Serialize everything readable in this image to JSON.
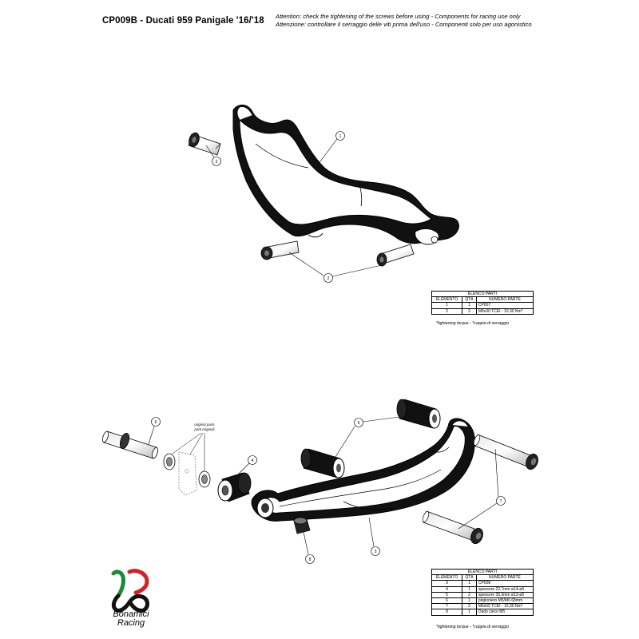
{
  "header": {
    "title": "CP009B - Ducati 959 Panigale '16/'18",
    "attention_en": "Attention: check the tightening of the screws before using - Components for racing use only",
    "attention_it": "Attenzione: controllare il serraggio delle viti prima dell'uso - Componenti solo per uso agonistico"
  },
  "top_assembly": {
    "callouts": [
      "1",
      "2",
      "2"
    ]
  },
  "bottom_assembly": {
    "callouts": [
      "6",
      "4",
      "5",
      "7",
      "3",
      "8"
    ],
    "original_parts_en": "original parts",
    "original_parts_it": "parti originali"
  },
  "table1": {
    "caption": "ELENCO PARTI",
    "headers": [
      "ELEMENTO",
      "QTÀ",
      "NUMERO PARTE"
    ],
    "rows": [
      [
        "1",
        "1",
        "CP007"
      ],
      [
        "2",
        "3",
        "M6x30 TCEI - 10,30 Nm*"
      ]
    ],
    "note": "*tightening torque - *coppia di serraggio"
  },
  "table2": {
    "caption": "ELENCO PARTI",
    "headers": [
      "ELEMENTO",
      "QTÀ",
      "NUMERO PARTE"
    ],
    "rows": [
      [
        "3",
        "1",
        "CP008"
      ],
      [
        "4",
        "1",
        "spessore 22,7mm ø14-ø5"
      ],
      [
        "5",
        "2",
        "spessore 35,3mm ø13-ø6"
      ],
      [
        "6",
        "1",
        "prigioniero M5/M6 68mm"
      ],
      [
        "7",
        "2",
        "M6x65 TCEI - 10,30 Nm*"
      ],
      [
        "8",
        "1",
        "Dado cieco M5"
      ]
    ],
    "note": "*tightening torque - *coppia di serraggio"
  },
  "logo": {
    "line1": "Bonamici",
    "line2": "Racing",
    "colors": {
      "green": "#1a8a3a",
      "red": "#d22027",
      "black": "#111111"
    }
  }
}
